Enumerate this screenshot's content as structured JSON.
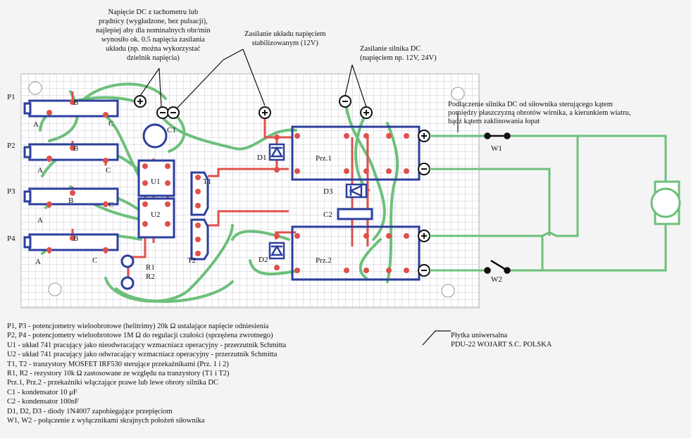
{
  "annotations": {
    "tacho": "Napięcie DC z tachometru lub\nprądnicy (wygładzone, bez pulsacji),\nnajlepiej aby dla nominalnych obr/min\nwynosiło ok. 0.5 napięcia zasilania\nukładu (np. można wykorzystać\ndzielnik napięcia)",
    "supply": "Zasilanie układu napięciem\nstabilizowanym (12V)",
    "motor_supply": "Zasilanie silnika DC\n(napięciem np. 12V, 24V)",
    "motor_connection": "Podłączenie silnika DC od siłownika sterującego kątem\npomiędzy płaszczyzną obrotów wirnika, a kierunkiem wiatru,\nbądź kątem zaklinowania łopat",
    "board": "Płytka uniwersalna\nPDU-22 WOJART S.C. POLSKA"
  },
  "labels": {
    "P1": "P1",
    "P2": "P2",
    "P3": "P3",
    "P4": "P4",
    "A": "A",
    "B": "B",
    "C": "C",
    "C1": "C1",
    "C2": "C2",
    "U1": "U1",
    "U2": "U2",
    "T1": "T1",
    "T2": "T2",
    "R1": "R1",
    "R2": "R2",
    "D1": "D1",
    "D2": "D2",
    "D3": "D3",
    "Prz1": "Prz.1",
    "Prz2": "Prz.2",
    "W1": "W1",
    "W2": "W2"
  },
  "legend": [
    "P1, P3 - potencjometry wieloobrotowe (helitrimy) 20k  Ω ustalające napięcie odniesienia",
    "P2, P4 - potencjometry wieloobrotowe 1M Ω do regulacji czułości (sprzężena zwrotnego)",
    "U1 - układ 741 pracujący jako nieodwracający wzmacniacz operacyjny - przerzutnik Schmitta",
    "U2 - układ 741 pracujący jako odwracający wzmacniacz operacyjny - przerzutnik Schmitta",
    "T1, T2 - tranzystory MOSFET IRF530 sterujące przekaźnikami (Prz. 1 i 2)",
    "R1, R2 - rezystory 10k Ω zastosowane ze względu na tranzystory (T1 i T2)",
    "Prz.1, Prz.2 - przekaźniki włączające prawe lub lewe obroty silnika DC",
    "C1 - kondensator 10 μF",
    "C2 - kondensator 100nF",
    "D1, D2, D3 - diody 1N4007 zapobiegające przepięciom",
    "W1, W2 - połączenie z wyłącznikami skrajnych położeń siłownika"
  ],
  "colors": {
    "wire": "#6cc07a",
    "trace": "#e0504a",
    "component": "#2b3f9e",
    "grid": "#c9c9d6",
    "board": "#ffffff"
  }
}
